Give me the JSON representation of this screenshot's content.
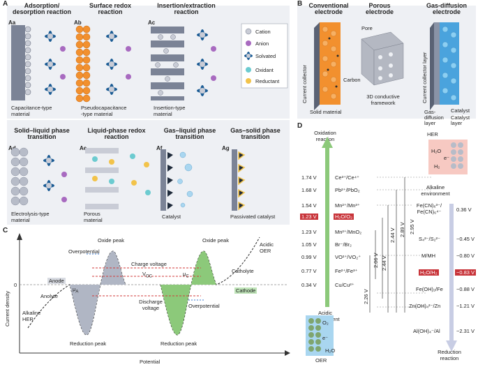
{
  "panelA": {
    "letter": "A",
    "aa": {
      "tag": "Aa",
      "title": "Adsorption/\ndesorption reaction",
      "caption": "Capacitance-type\nmaterial"
    },
    "ab": {
      "tag": "Ab",
      "title": "Surface redox\nreaction",
      "caption": "Pseudocapacitance\n-type material"
    },
    "ac": {
      "tag": "Ac",
      "title": "Insertion/extraction\nreaction",
      "caption": "Insertion-type\nmaterial"
    },
    "ad": {
      "tag": "Ad",
      "title": "Solid–liquid phase\ntransition",
      "caption": "Electrolysis-type\nmaterial"
    },
    "ae": {
      "tag": "Ae",
      "title": "Liquid-phase redox\nreaction",
      "caption": "Porous\nmaterial"
    },
    "af": {
      "tag": "Af",
      "title": "Gas–liquid phase\ntransition",
      "caption": "Catalyst"
    },
    "ag": {
      "tag": "Ag",
      "title": "Gas–solid phase\ntransition",
      "caption": "Passivated catalyst"
    },
    "legend": [
      "Cation",
      "Anion",
      "Solvated",
      "Oxidant",
      "Reductant"
    ],
    "colors": {
      "bg": "#eef0f4",
      "cation": "#9fa6b6",
      "anion": "#a86ac0",
      "solvated": "#1a5b94",
      "oxidant": "#6ccbd0",
      "reductant": "#f2c34a",
      "orange": "#f2902e",
      "slate": "#7b8396"
    }
  },
  "panelB": {
    "letter": "B",
    "conv": {
      "title": "Conventional\nelectrode",
      "collector": "Current collector",
      "carbon": "Carbon",
      "solid": "Solid material"
    },
    "porous": {
      "title": "Porous\nelectrode",
      "pore": "Pore",
      "framework": "3D conductive\nframework"
    },
    "gde": {
      "title": "Gas-diffusion\nelectrode",
      "collector": "Current collector layer",
      "catalyst": "Catalyst",
      "gdl": "Gas-\ndiffusion\nlayer",
      "cl": "Catalyst\nlayer"
    }
  },
  "panelC": {
    "letter": "C",
    "ylabel": "Current density",
    "xlabel": "Potential",
    "zero": "0",
    "labels": {
      "oxide_peak_1": "Oxide peak",
      "oxide_peak_2": "Oxide peak",
      "overpotential_1": "Overpotential",
      "overpotential_2": "Overpotential",
      "charge_voltage": "Charge voltage",
      "discharge_voltage": "Discharge\nvoltage",
      "voc": "V",
      "voc_sub": "OC",
      "mu_a": "μ",
      "mu_a_sub": "A",
      "mu_c": "μ",
      "mu_c_sub": "C",
      "anode": "Anode",
      "cathode": "Cathode",
      "anolyte": "Anolyte",
      "catholyte": "Catholyte",
      "alkaline_her": "Alkaline\nHER",
      "acidic_oer": "Acidic\nOER",
      "reduction_peak_1": "Reduction peak",
      "reduction_peak_2": "Reduction peak"
    }
  },
  "panelD": {
    "letter": "D",
    "oxidation_reaction": "Oxidation\nreaction",
    "reduction_reaction": "Reduction\nreaction",
    "her": "HER",
    "oer": "OER",
    "alkaline_env": "Alkaline\nenvironment",
    "acidic_env": "Acidic\nenvironment",
    "left_couples": [
      {
        "v": "1.74 V",
        "couple": "Ce³⁺/Ce⁴⁺"
      },
      {
        "v": "1.68 V",
        "couple": "Pb²⁺/PbO₂"
      },
      {
        "v": "1.54 V",
        "couple": "Mn²⁺/Mn³⁺"
      },
      {
        "v": "1.23 V",
        "couple": "H₂O/O₂",
        "hi": true
      },
      {
        "v": "1.23 V",
        "couple": "Mn²⁺/MnO₂"
      },
      {
        "v": "1.05 V",
        "couple": "Br⁻/Br₂"
      },
      {
        "v": "0.99 V",
        "couple": "VO²⁺/VO₂⁺"
      },
      {
        "v": "0.77 V",
        "couple": "Fe²⁺/Fe³⁺"
      },
      {
        "v": "0.34 V",
        "couple": "Cu/Cu²⁺"
      }
    ],
    "right_couples": [
      {
        "couple": "Fe(CN)₆³⁻/\nFe(CN)₆⁴⁻",
        "v": "0.36 V"
      },
      {
        "couple": "S₄²⁻/S₂²⁻",
        "v": "−0.45 V"
      },
      {
        "couple": "M/MH",
        "v": "−0.80 V"
      },
      {
        "couple": "H₂O/H₂",
        "v": "−0.83 V",
        "hi": true
      },
      {
        "couple": "Fe(OH)₂/Fe",
        "v": "−0.88 V"
      },
      {
        "couple": "Zn(OH)₄²⁻/Zn",
        "v": "−1.21 V"
      },
      {
        "couple": "Al(OH)₄⁻/Al",
        "v": "−2.31 V"
      }
    ],
    "gaps": [
      "2.95 V",
      "2.89 V",
      "2.44 V",
      "2.44 V",
      "2.06 V",
      "2.26 V"
    ],
    "h2o": "H₂O",
    "h2": "H₂",
    "o2": "O₂",
    "e": "e⁻",
    "colors": {
      "green": "#8cc97a",
      "lavender": "#c8cde4",
      "pink": "#f7c9c2",
      "blue": "#a9d6f0",
      "red": "#c8343a"
    }
  }
}
